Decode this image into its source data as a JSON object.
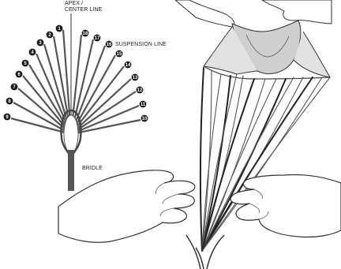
{
  "labels": {
    "apex_line1": "APEX /",
    "apex_line2": "CENTER LINE",
    "suspension": "SUSPENSION LINE",
    "bridle": "BRIDLE"
  },
  "left_numbers": [
    "1",
    "2",
    "3",
    "4",
    "5",
    "6",
    "7",
    "8",
    "9"
  ],
  "right_numbers": [
    "18",
    "17",
    "16",
    "15",
    "14",
    "13",
    "12",
    "11",
    "10"
  ]
}
